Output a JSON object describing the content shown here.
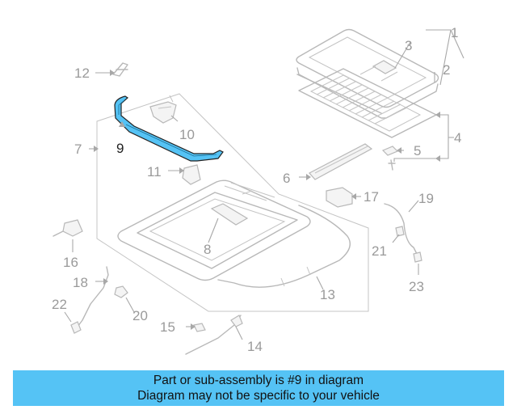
{
  "diagram": {
    "highlighted_part": "9",
    "callouts": {
      "c1": "1",
      "c2": "2",
      "c3": "3",
      "c4": "4",
      "c5": "5",
      "c6": "6",
      "c7": "7",
      "c8": "8",
      "c9": "9",
      "c10": "10",
      "c11": "11",
      "c12": "12",
      "c13": "13",
      "c14": "14",
      "c15": "15",
      "c16": "16",
      "c17": "17",
      "c18": "18",
      "c19": "19",
      "c20": "20",
      "c21": "21",
      "c22": "22",
      "c23": "23"
    },
    "colors": {
      "highlight": "#55c3f5",
      "part_stroke": "#b8b8b8",
      "callout_text": "#9a9a9a"
    }
  },
  "banner": {
    "line1": "Part or sub-assembly is #9 in diagram",
    "line2": "Diagram may not be specific to your vehicle"
  }
}
